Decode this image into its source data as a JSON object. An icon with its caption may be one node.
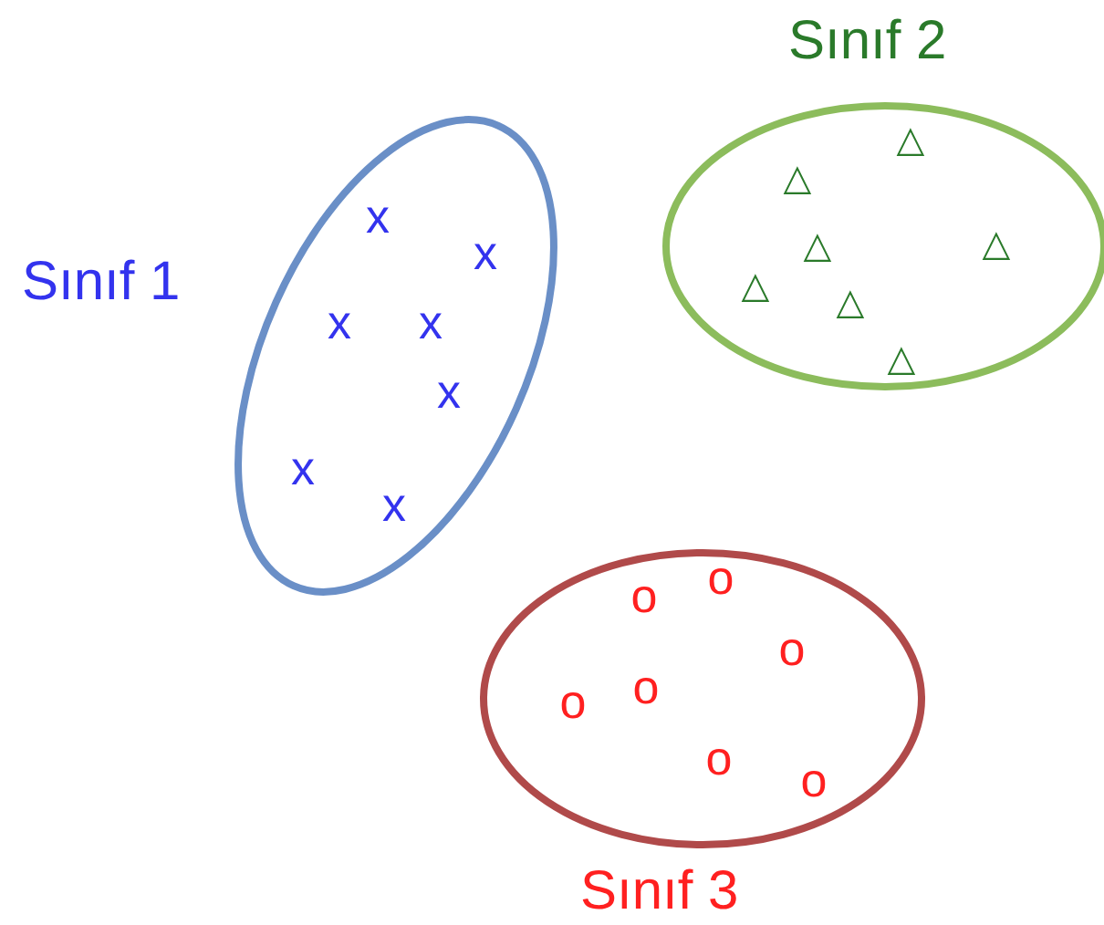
{
  "diagram": {
    "nodes": [
      {
        "text": [
          "Sınıf 1"
        ]
      },
      {
        "text": [
          "x"
        ],
        "in": 0
      },
      {
        "text": [
          "x"
        ],
        "in": 0
      },
      {
        "text": [
          "x"
        ],
        "in": 0
      },
      {
        "text": [
          "x"
        ],
        "in": 0
      },
      {
        "text": [
          "x"
        ],
        "in": 0
      },
      {
        "text": [
          "x"
        ],
        "in": 0
      },
      {
        "text": [
          "x"
        ],
        "in": 0
      },
      {
        "text": [
          "Sınıf 2"
        ]
      },
      {
        "text": [
          "△"
        ],
        "in": 8
      },
      {
        "text": [
          "△"
        ],
        "in": 8
      },
      {
        "text": [
          "△"
        ],
        "in": 8
      },
      {
        "text": [
          "△"
        ],
        "in": 8
      },
      {
        "text": [
          "△"
        ],
        "in": 8
      },
      {
        "text": [
          "△"
        ],
        "in": 8
      },
      {
        "text": [
          "△"
        ],
        "in": 8
      },
      {
        "text": [
          "Sınıf 3"
        ]
      },
      {
        "text": [
          "o"
        ],
        "in": 16
      },
      {
        "text": [
          "o"
        ],
        "in": 16
      },
      {
        "text": [
          "o"
        ],
        "in": 16
      },
      {
        "text": [
          "o"
        ],
        "in": 16
      },
      {
        "text": [
          "o"
        ],
        "in": 16
      },
      {
        "text": [
          "o"
        ],
        "in": 16
      },
      {
        "text": [
          "o"
        ],
        "in": 16
      }
    ]
  }
}
